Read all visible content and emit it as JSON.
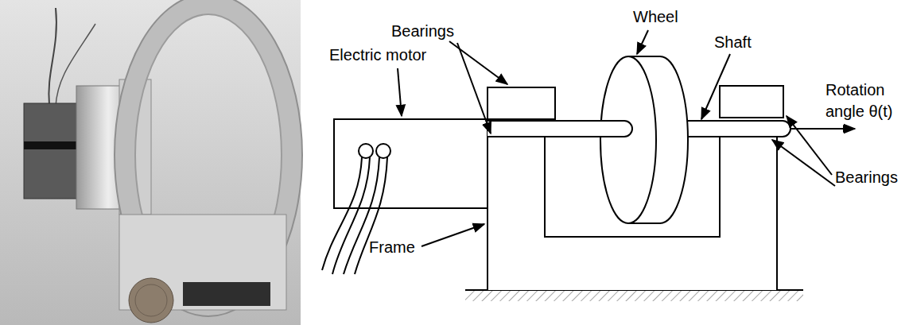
{
  "diagram": {
    "labels": [
      "Bearings",
      "Electric motor",
      "Wheel",
      "Shaft",
      "Rotation angle θ(t)",
      "Bearings",
      "Frame"
    ]
  }
}
